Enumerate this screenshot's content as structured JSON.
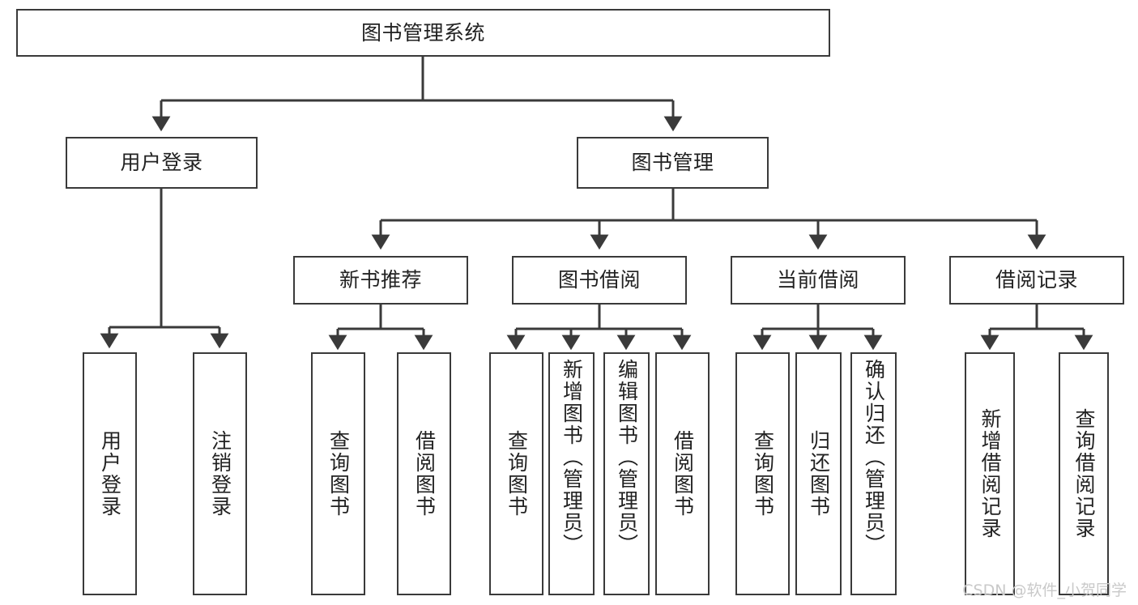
{
  "diagram": {
    "title": "图书管理系统",
    "type": "tree",
    "root": {
      "id": "root",
      "label": "图书管理系统"
    },
    "level1": [
      {
        "id": "user-login",
        "label": "用户登录"
      },
      {
        "id": "book-manage",
        "label": "图书管理"
      }
    ],
    "level2": [
      {
        "id": "new-book-rec",
        "label": "新书推荐",
        "parent": "book-manage"
      },
      {
        "id": "book-borrow",
        "label": "图书借阅",
        "parent": "book-manage"
      },
      {
        "id": "current-borrow",
        "label": "当前借阅",
        "parent": "book-manage"
      },
      {
        "id": "borrow-record",
        "label": "借阅记录",
        "parent": "book-manage"
      }
    ],
    "leaves": {
      "user_login": [
        {
          "id": "leaf-user-login",
          "label": "用户登录"
        },
        {
          "id": "leaf-user-logout",
          "label": "注销登录"
        }
      ],
      "new_book_rec": [
        {
          "id": "leaf-query-book-1",
          "label": "查询图书"
        },
        {
          "id": "leaf-borrow-book-1",
          "label": "借阅图书"
        }
      ],
      "book_borrow": [
        {
          "id": "leaf-query-book-2",
          "label": "查询图书"
        },
        {
          "id": "leaf-add-book",
          "label": "新增图书（管理员）"
        },
        {
          "id": "leaf-edit-book",
          "label": "编辑图书（管理员）"
        },
        {
          "id": "leaf-borrow-book-2",
          "label": "借阅图书"
        }
      ],
      "current_borrow": [
        {
          "id": "leaf-query-book-3",
          "label": "查询图书"
        },
        {
          "id": "leaf-return-book",
          "label": "归还图书"
        },
        {
          "id": "leaf-confirm-return",
          "label": "确认归还（管理员）"
        }
      ],
      "borrow_record": [
        {
          "id": "leaf-add-record",
          "label": "新增借阅记录"
        },
        {
          "id": "leaf-query-record",
          "label": "查询借阅记录"
        }
      ]
    }
  },
  "watermark": {
    "text": "CSDN @软件_小贺同学"
  },
  "colors": {
    "stroke": "#3a3a3a",
    "text": "#222222",
    "background": "#ffffff",
    "watermark": "#c9c9c9"
  }
}
